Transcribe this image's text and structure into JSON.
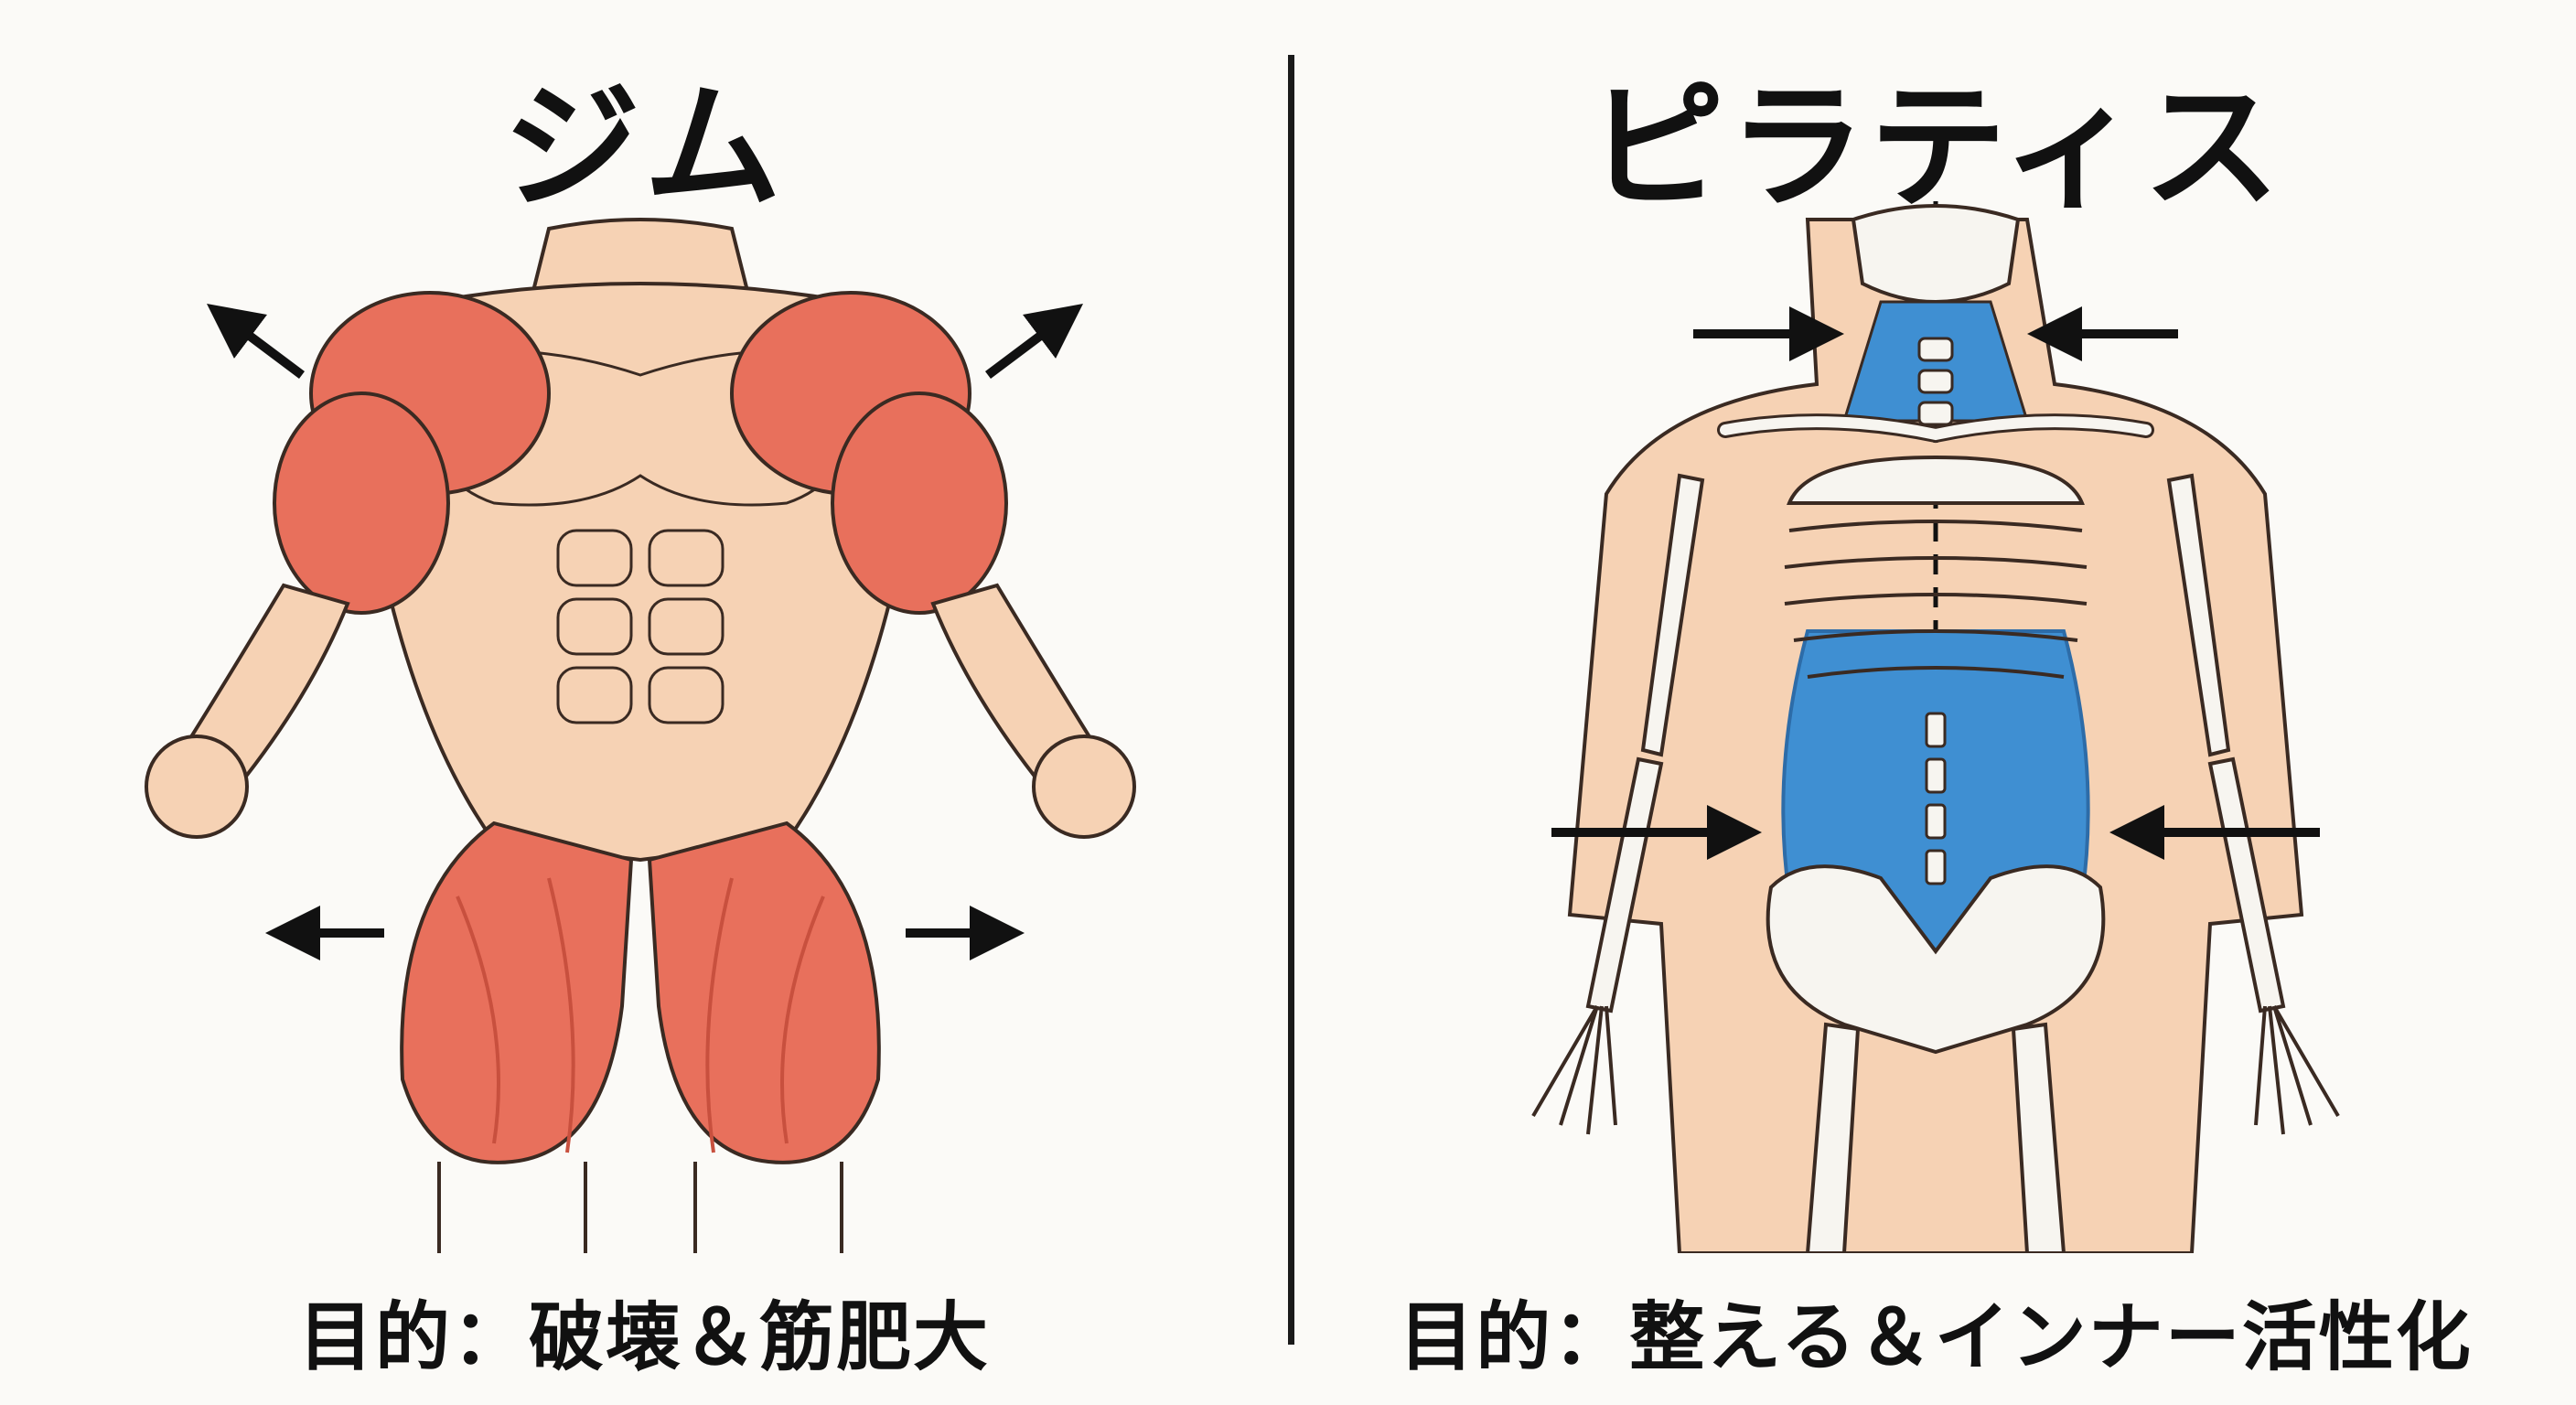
{
  "left": {
    "title": "ジム",
    "caption": "目的：破壊＆筋肥大"
  },
  "right": {
    "title": "ピラティス",
    "caption": "目的：整える＆インナー活性化"
  },
  "colors": {
    "skin": "#f6d2b4",
    "muscle": "#e8705c",
    "muscle_dark": "#c8503e",
    "inner_muscle": "#3f8fd2",
    "bone": "#f7f5f0",
    "outline": "#3a2a22",
    "arrow": "#111111"
  },
  "icons": [
    "arrow-outward-icon",
    "arrow-inward-icon"
  ]
}
